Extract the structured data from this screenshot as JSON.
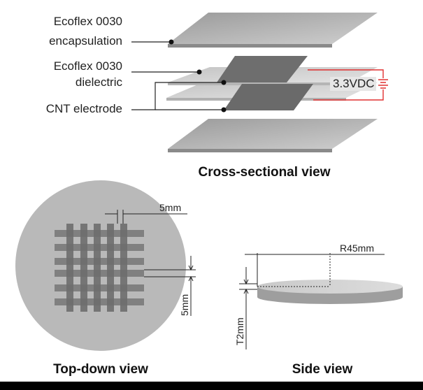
{
  "cross_section": {
    "labels": {
      "encapsulation_line1": "Ecoflex 0030",
      "encapsulation_line2": "encapsulation",
      "dielectric_line1": "Ecoflex 0030",
      "dielectric_line2": "dielectric",
      "electrode": "CNT electrode",
      "voltage": "3.3VDC"
    },
    "caption": "Cross-sectional view"
  },
  "top_down": {
    "dimension_gap": "5mm",
    "dimension_width": "5mm",
    "caption": "Top-down view"
  },
  "side": {
    "radius": "R45mm",
    "thickness": "T2mm",
    "caption": "Side view"
  },
  "colors": {
    "wire": "#e03030",
    "electrode": "#6e6e6e",
    "disk": "#b9b9b9"
  }
}
